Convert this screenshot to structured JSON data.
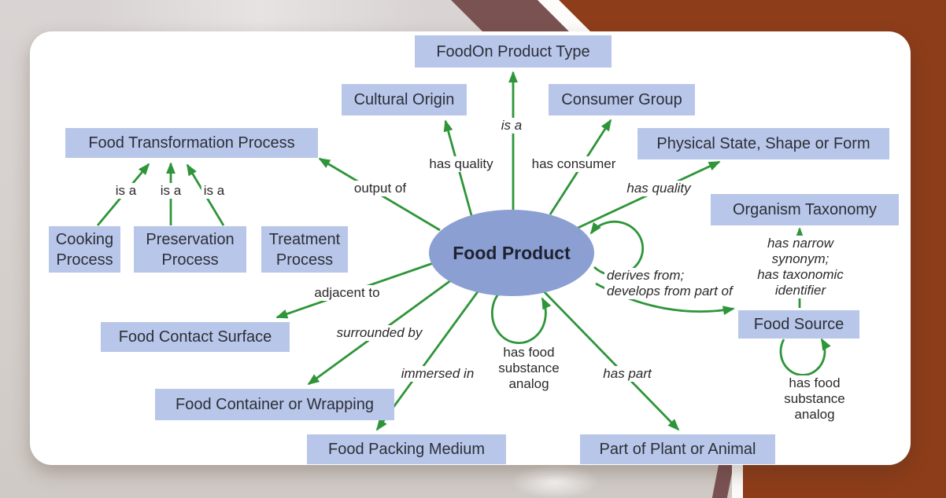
{
  "diagram": {
    "center_node": {
      "label": "Food Product"
    },
    "nodes": [
      {
        "id": "foodon-product-type",
        "label": "FoodOn Product Type"
      },
      {
        "id": "cultural-origin",
        "label": "Cultural Origin"
      },
      {
        "id": "consumer-group",
        "label": "Consumer Group"
      },
      {
        "id": "physical-state-shape-or-form",
        "label": "Physical State, Shape or Form"
      },
      {
        "id": "food-transformation-process",
        "label": "Food Transformation Process"
      },
      {
        "id": "organism-taxonomy",
        "label": "Organism Taxonomy"
      },
      {
        "id": "cooking-process",
        "label": "Cooking Process"
      },
      {
        "id": "preservation-process",
        "label": "Preservation Process"
      },
      {
        "id": "treatment-process",
        "label": "Treatment Process"
      },
      {
        "id": "food-source",
        "label": "Food Source"
      },
      {
        "id": "food-contact-surface",
        "label": "Food Contact Surface"
      },
      {
        "id": "food-container-or-wrapping",
        "label": "Food Container or Wrapping"
      },
      {
        "id": "food-packing-medium",
        "label": "Food Packing Medium"
      },
      {
        "id": "part-of-plant-or-animal",
        "label": "Part of Plant or Animal"
      }
    ],
    "edge_labels": [
      {
        "id": "is-a-foodon",
        "text": "is a"
      },
      {
        "id": "has-quality-cultural-origin",
        "text": "has quality"
      },
      {
        "id": "has-consumer",
        "text": "has consumer"
      },
      {
        "id": "has-quality-physical-state",
        "text": "has quality"
      },
      {
        "id": "output-of",
        "text": "output of"
      },
      {
        "id": "is-a-cooking",
        "text": "is a"
      },
      {
        "id": "is-a-preservation",
        "text": "is a"
      },
      {
        "id": "is-a-treatment",
        "text": "is a"
      },
      {
        "id": "adjacent-to",
        "text": "adjacent to"
      },
      {
        "id": "surrounded-by",
        "text": "surrounded by"
      },
      {
        "id": "immersed-in",
        "text": "immersed in"
      },
      {
        "id": "has-part",
        "text": "has part"
      },
      {
        "id": "has-food-substance-analog-product",
        "text": "has food\nsubstance\nanalog"
      },
      {
        "id": "derives-from",
        "text": "derives from;\ndevelops from part of"
      },
      {
        "id": "has-narrow-synonym",
        "text": "has narrow synonym;\nhas taxonomic identifier"
      },
      {
        "id": "has-food-substance-analog-source",
        "text": "has food\nsubstance\nanalog"
      }
    ],
    "colors": {
      "node_fill": "#b8c6e9",
      "center_node_fill": "#8c9fd2",
      "arrow_green": "#2e9539",
      "card_background": "#ffffff",
      "background_rust": "#8d3d1a",
      "background_mauve": "#7a5251",
      "background_gray": "#d5cfcc"
    }
  }
}
